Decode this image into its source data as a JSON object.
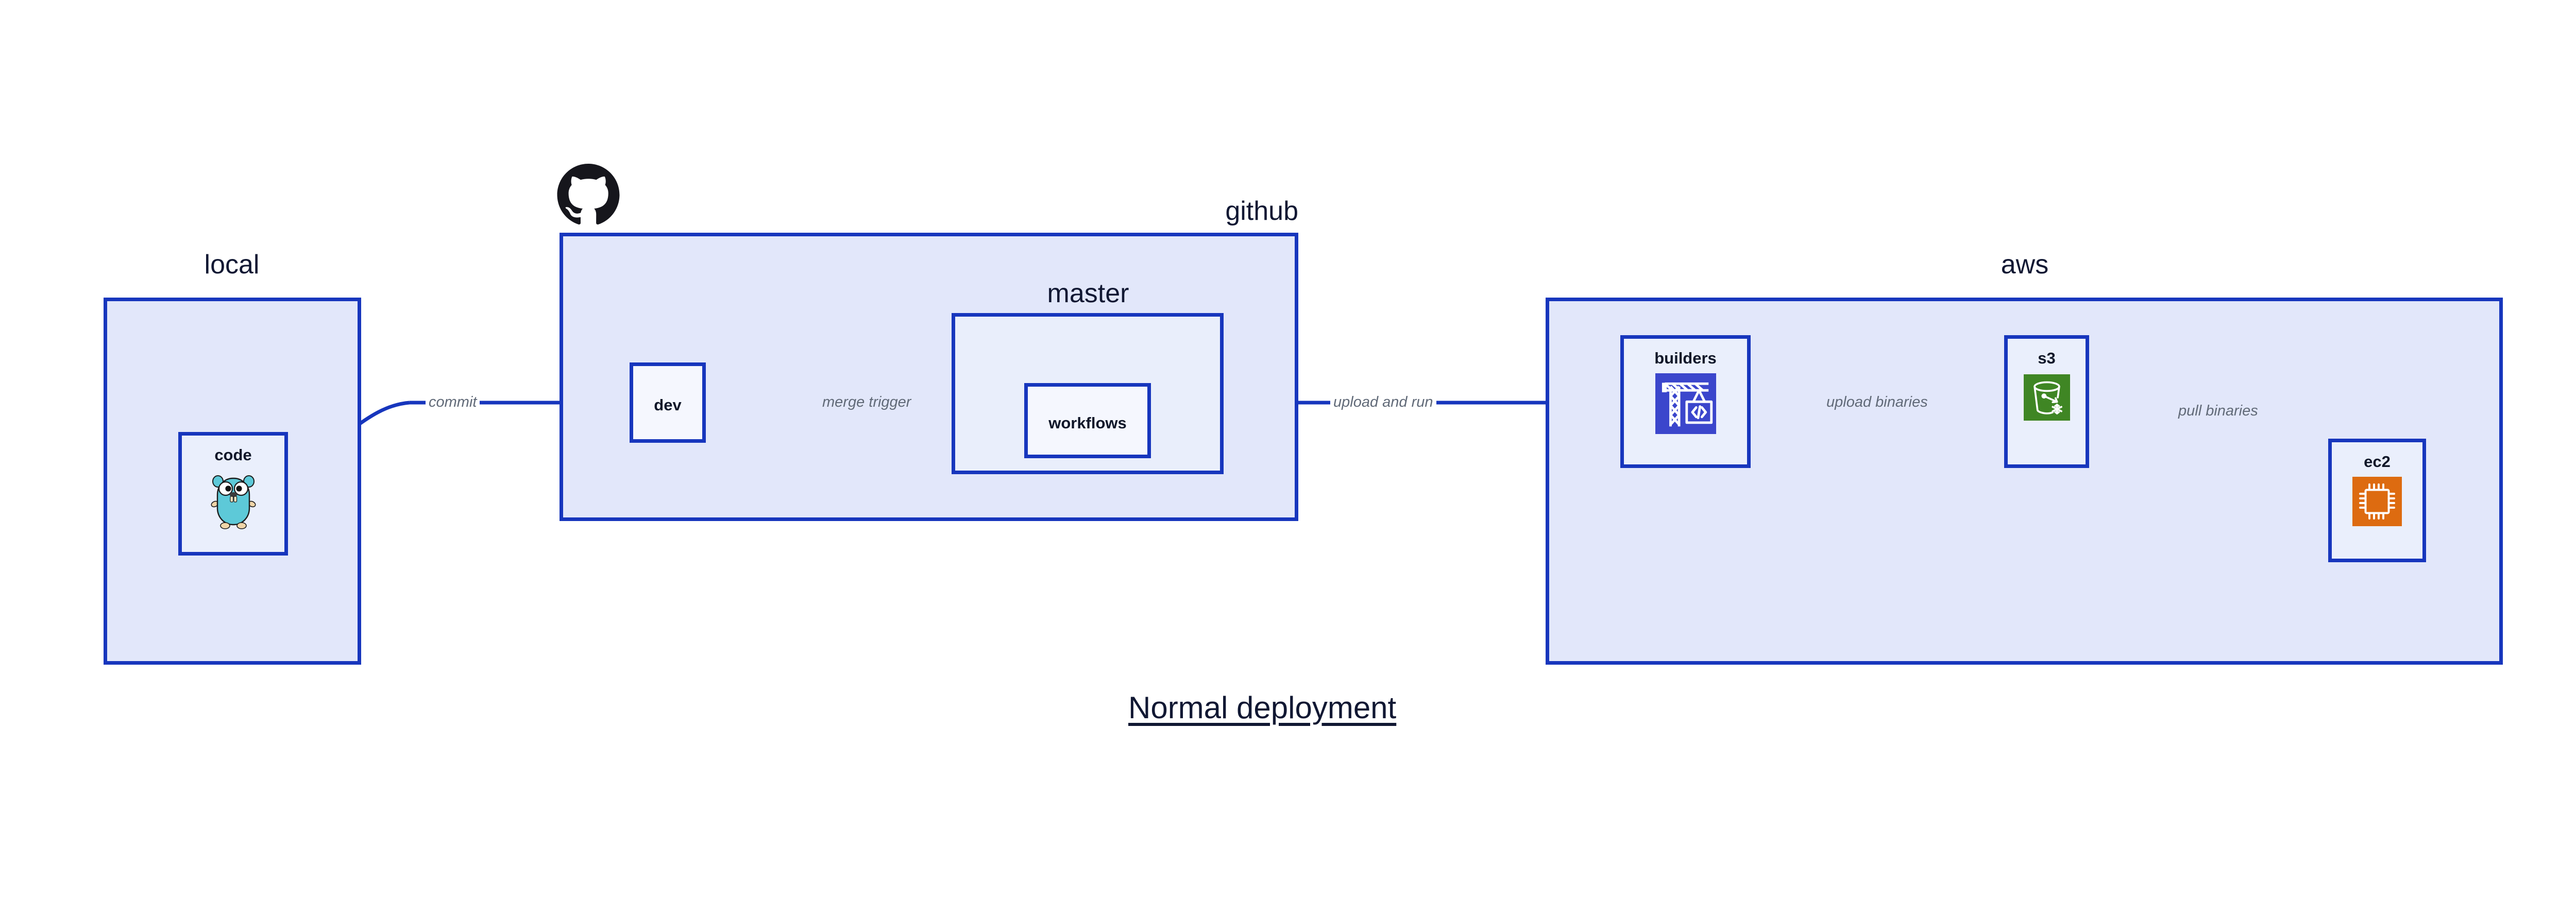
{
  "diagram": {
    "title": "Normal deployment",
    "accent_color": "#1736bd",
    "group_fill": "#e2e7fa",
    "inner_group_fill": "#e9eefb",
    "node_fill": "#eaeffc",
    "label_color": "#111833",
    "edge_label_color": "#616a78"
  },
  "groups": [
    {
      "id": "local",
      "label": "local",
      "label_align": "center"
    },
    {
      "id": "github",
      "label": "github",
      "label_align": "right"
    },
    {
      "id": "master",
      "label": "master",
      "label_align": "center"
    },
    {
      "id": "aws",
      "label": "aws",
      "label_align": "center"
    }
  ],
  "nodes": [
    {
      "id": "code",
      "label": "code",
      "icon": "go-gopher-icon",
      "icon_color": "#5dc9d8"
    },
    {
      "id": "dev",
      "label": "dev",
      "icon": null,
      "icon_color": null
    },
    {
      "id": "workflows",
      "label": "workflows",
      "icon": null,
      "icon_color": null
    },
    {
      "id": "builders",
      "label": "builders",
      "icon": "crane-code-icon",
      "icon_color": "#3b46cc"
    },
    {
      "id": "s3",
      "label": "s3",
      "icon": "s3-bucket-icon",
      "icon_color": "#3f8624"
    },
    {
      "id": "ec2",
      "label": "ec2",
      "icon": "cpu-chip-icon",
      "icon_color": "#dd6b10"
    }
  ],
  "edges": [
    {
      "id": "commit",
      "label": "commit",
      "from": "code",
      "to": "dev"
    },
    {
      "id": "merge-trigger",
      "label": "merge trigger",
      "from": "dev",
      "to": "workflows"
    },
    {
      "id": "upload-and-run",
      "label": "upload and run",
      "from": "workflows",
      "to": "builders"
    },
    {
      "id": "upload-binaries",
      "label": "upload binaries",
      "from": "builders",
      "to": "s3"
    },
    {
      "id": "pull-binaries",
      "label": "pull binaries",
      "from": "s3",
      "to": "ec2"
    }
  ],
  "logos": [
    {
      "id": "github-mark",
      "name": "github-octocat-icon",
      "color": "#16161c"
    }
  ]
}
